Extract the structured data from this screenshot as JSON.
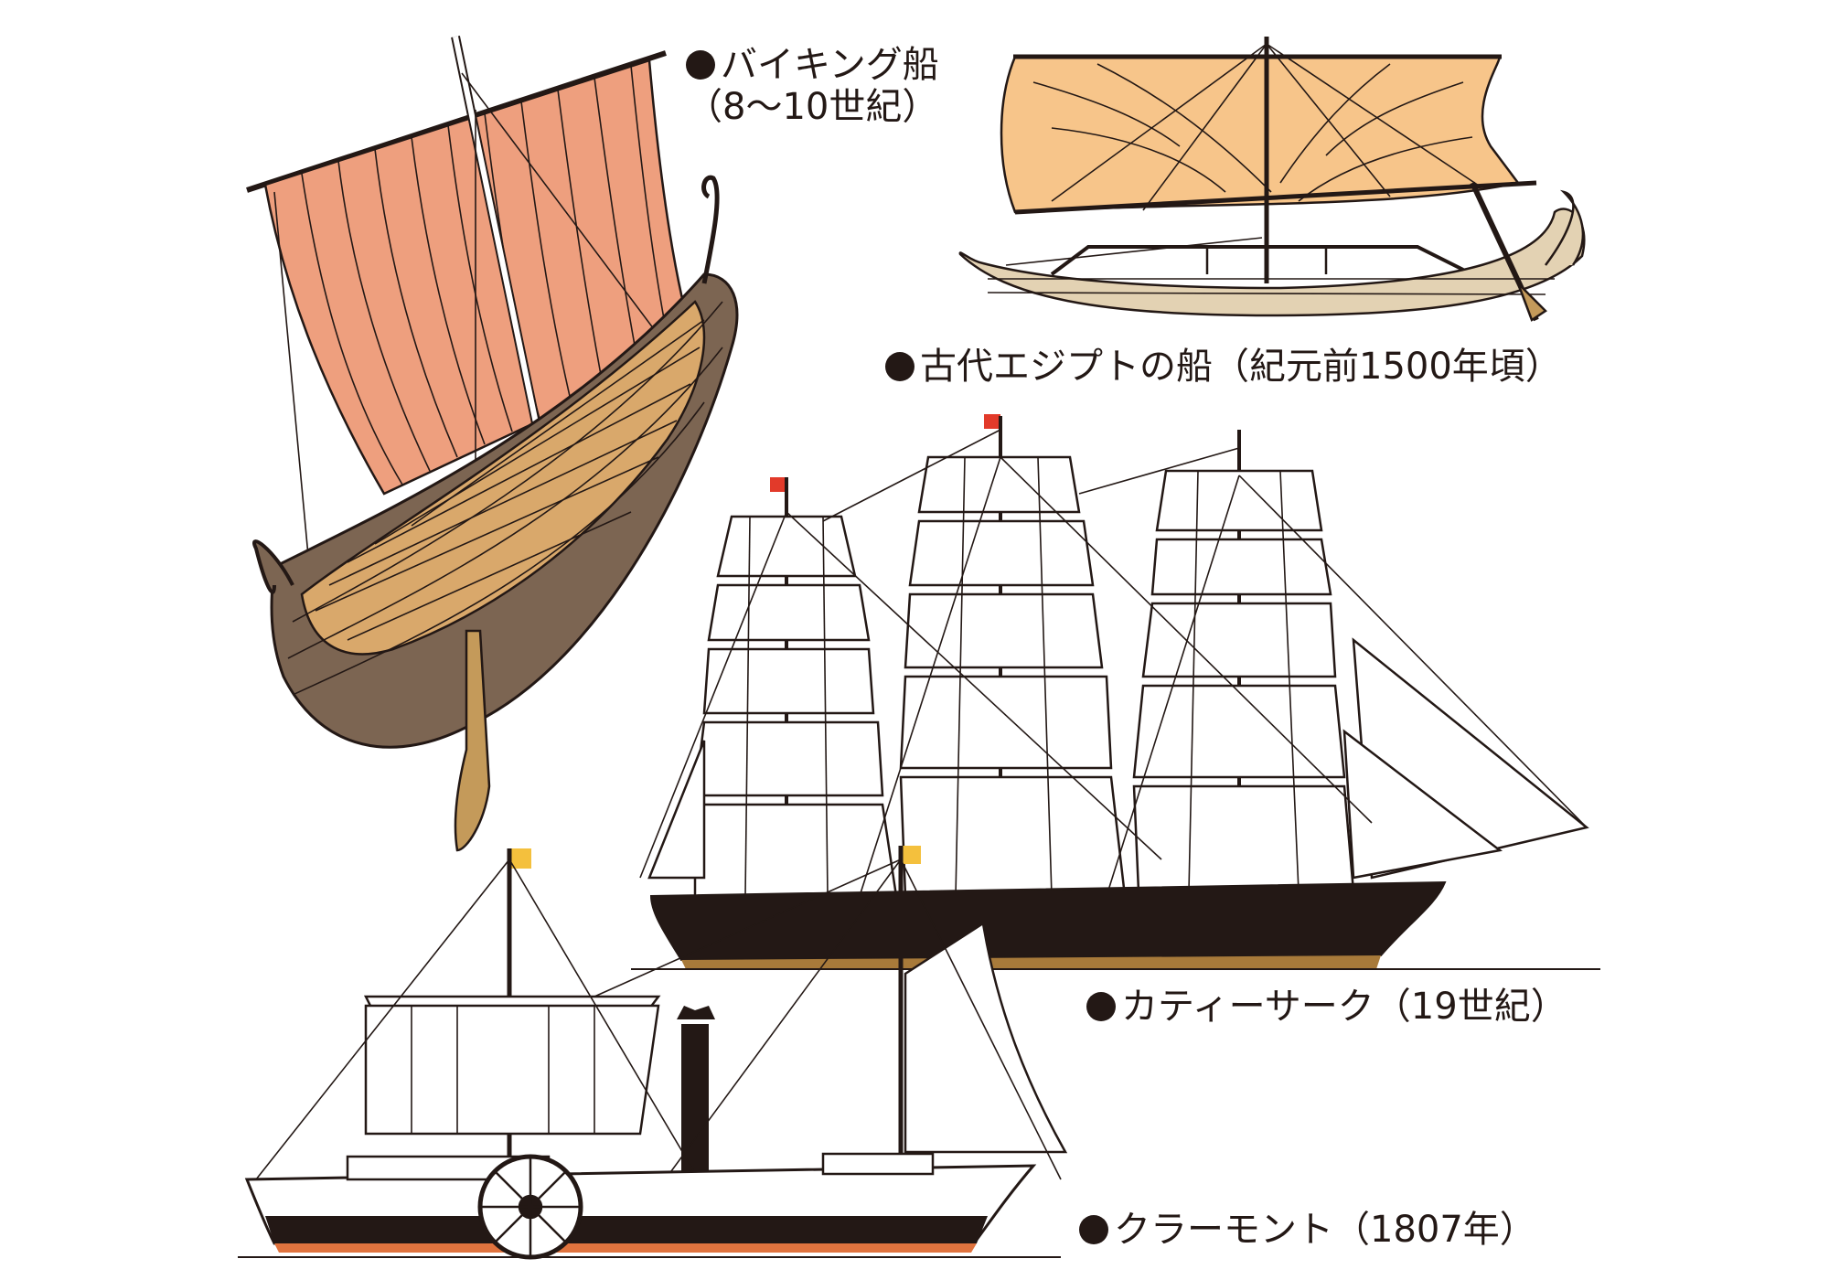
{
  "colors": {
    "viking_sail": "#EE9F7E",
    "egypt_sail": "#F7C58A",
    "viking_hull": "#7C6552",
    "deck_wood": "#D9A86B",
    "ink": "#231815",
    "flag_red": "#E23A2A",
    "flag_yellow": "#F4C03D",
    "keel_orange": "#E0733E",
    "cutty_keel": "#A87A3A"
  },
  "captions": {
    "viking": {
      "title": "バイキング船",
      "period": "（8〜10世紀）"
    },
    "egypt": {
      "title": "古代エジプトの船（紀元前1500年頃）"
    },
    "cutty_sark": {
      "title": "カティーサーク（19世紀）"
    },
    "clermont": {
      "title": "クラーモント（1807年）"
    }
  }
}
